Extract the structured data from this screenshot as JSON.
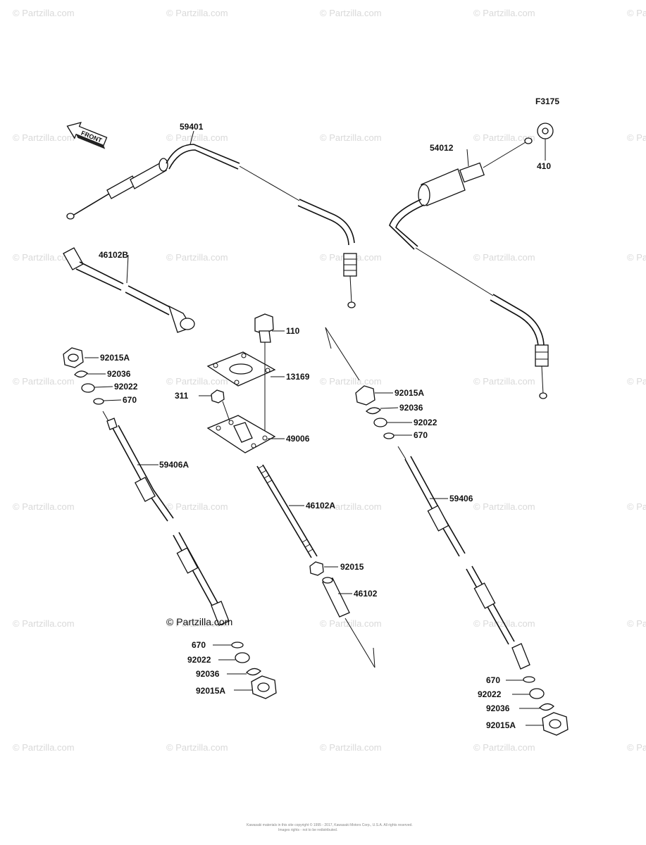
{
  "diagram_code": "F3175",
  "front_label": "FRONT",
  "watermark": "© Partzilla.com",
  "center_watermark": "© Partzilla.com",
  "copyright_lines": [
    "Kawasaki materials in this site copyright © 1995 - 2017, Kawasaki Motors Corp., U.S.A. All rights reserved.",
    "Images rights - not to be redistributed."
  ],
  "callouts": [
    {
      "id": "59401",
      "text": "59401"
    },
    {
      "id": "46102B",
      "text": "46102B"
    },
    {
      "id": "54012",
      "text": "54012"
    },
    {
      "id": "410",
      "text": "410"
    },
    {
      "id": "110",
      "text": "110"
    },
    {
      "id": "13169",
      "text": "13169"
    },
    {
      "id": "311",
      "text": "311"
    },
    {
      "id": "49006",
      "text": "49006"
    },
    {
      "id": "46102A",
      "text": "46102A"
    },
    {
      "id": "92015",
      "text": "92015"
    },
    {
      "id": "46102",
      "text": "46102"
    },
    {
      "id": "92015A_l",
      "text": "92015A"
    },
    {
      "id": "92036_l",
      "text": "92036"
    },
    {
      "id": "92022_l",
      "text": "92022"
    },
    {
      "id": "670_l",
      "text": "670"
    },
    {
      "id": "59406A",
      "text": "59406A"
    },
    {
      "id": "670_lb",
      "text": "670"
    },
    {
      "id": "92022_lb",
      "text": "92022"
    },
    {
      "id": "92036_lb",
      "text": "92036"
    },
    {
      "id": "92015A_lb",
      "text": "92015A"
    },
    {
      "id": "92015A_r",
      "text": "92015A"
    },
    {
      "id": "92036_r",
      "text": "92036"
    },
    {
      "id": "92022_r",
      "text": "92022"
    },
    {
      "id": "670_r",
      "text": "670"
    },
    {
      "id": "59406",
      "text": "59406"
    },
    {
      "id": "670_rb",
      "text": "670"
    },
    {
      "id": "92022_rb",
      "text": "92022"
    },
    {
      "id": "92036_rb",
      "text": "92036"
    },
    {
      "id": "92015A_rb",
      "text": "92015A"
    }
  ]
}
